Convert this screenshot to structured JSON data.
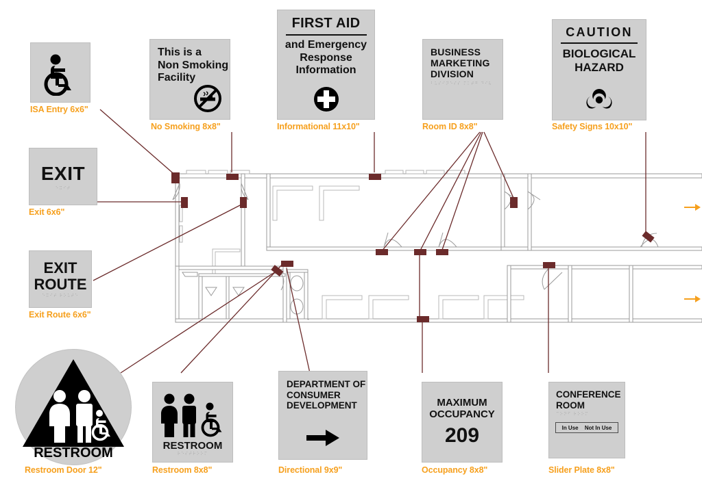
{
  "document": {
    "title": "ADA Signage Floor Plan Layout",
    "accent_orange": "#F6A01E",
    "marker_color": "#6B2B2B",
    "sign_face_color": "#CFCFCF"
  },
  "signs": [
    {
      "id": "isa-entry",
      "caption": "ISA Entry 6x6\"",
      "type": "pictogram",
      "icon": "wheelchair-icon",
      "lines": []
    },
    {
      "id": "no-smoking",
      "caption": "No Smoking 8x8\"",
      "type": "text-pictogram",
      "icon": "no-smoking-icon",
      "lines": [
        "This is a",
        "Non Smoking",
        "Facility"
      ]
    },
    {
      "id": "informational",
      "caption": "Informational 11x10\"",
      "type": "header-text-pictogram",
      "icon": "medical-cross-icon",
      "header": "FIRST AID",
      "lines": [
        "and Emergency",
        "Response",
        "Information"
      ]
    },
    {
      "id": "room-id",
      "caption": "Room ID 8x8\"",
      "type": "text-braille",
      "lines": [
        "BUSINESS",
        "MARKETING",
        "DIVISION"
      ],
      "braille": "⠃⠥⠎⠊⠝⠑⠎⠎ ⠍⠅⠞⠛ ⠙⠊⠧"
    },
    {
      "id": "safety-signs",
      "caption": "Safety Signs 10x10\"",
      "type": "header-text-pictogram",
      "icon": "biohazard-icon",
      "header": "CAUTION",
      "lines": [
        "BIOLOGICAL",
        "HAZARD"
      ]
    },
    {
      "id": "exit",
      "caption": "Exit 6x6\"",
      "type": "text-braille",
      "lines": [
        "EXIT"
      ],
      "braille": "⠑⠭⠊⠞"
    },
    {
      "id": "exit-route",
      "caption": "Exit Route 6x6\"",
      "type": "text-braille",
      "lines": [
        "EXIT",
        "ROUTE"
      ],
      "braille": "⠑⠭⠊⠞ ⠗⠕⠥⠞⠑"
    },
    {
      "id": "restroom-door",
      "caption": "Restroom Door 12\"",
      "type": "round-pictogram",
      "icon": "restroom-triangle-icon",
      "label": "RESTROOM"
    },
    {
      "id": "restroom",
      "caption": "Restroom 8x8\"",
      "type": "pictogram-text-braille",
      "icon": "restroom-figures-icon",
      "label": "RESTROOM",
      "braille": "⠗⠑⠎⠞⠗⠕⠕⠍"
    },
    {
      "id": "directional",
      "caption": "Directional 9x9\"",
      "type": "text-arrow",
      "icon": "arrow-right-icon",
      "lines": [
        "DEPARTMENT OF",
        "CONSUMER",
        "DEVELOPMENT"
      ]
    },
    {
      "id": "occupancy",
      "caption": "Occupancy 8x8\"",
      "type": "text-number",
      "lines": [
        "MAXIMUM",
        "OCCUPANCY"
      ],
      "number": "209"
    },
    {
      "id": "slider-plate",
      "caption": "Slider Plate 8x8\"",
      "type": "text-braille-slider",
      "lines": [
        "CONFERENCE",
        "ROOM"
      ],
      "braille": "⠉⠕⠝⠋ ⠗⠕⠕⠍",
      "slider_options": [
        "In Use",
        "Not In Use"
      ]
    }
  ],
  "plan": {
    "name": "building-floor-plan",
    "markers_count": 17,
    "direction_arrows": 2
  }
}
